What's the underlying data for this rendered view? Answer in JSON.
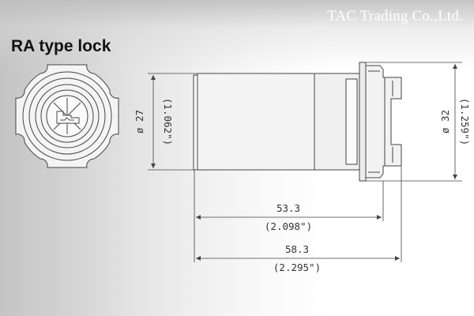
{
  "header": {
    "company": "TAC Trading Co.,Ltd.",
    "title": "RA type lock"
  },
  "dimensions": {
    "body_diameter": "ø 27",
    "body_diameter_inch": "(1.062\")",
    "flange_diameter": "ø 32",
    "flange_diameter_inch": "(1.259\")",
    "body_length": "53.3",
    "body_length_inch": "(2.098\")",
    "overall_length": "58.3",
    "overall_length_inch": "(2.295\")"
  },
  "colors": {
    "line": "#444444",
    "body_fill": "#f5f5f5"
  }
}
